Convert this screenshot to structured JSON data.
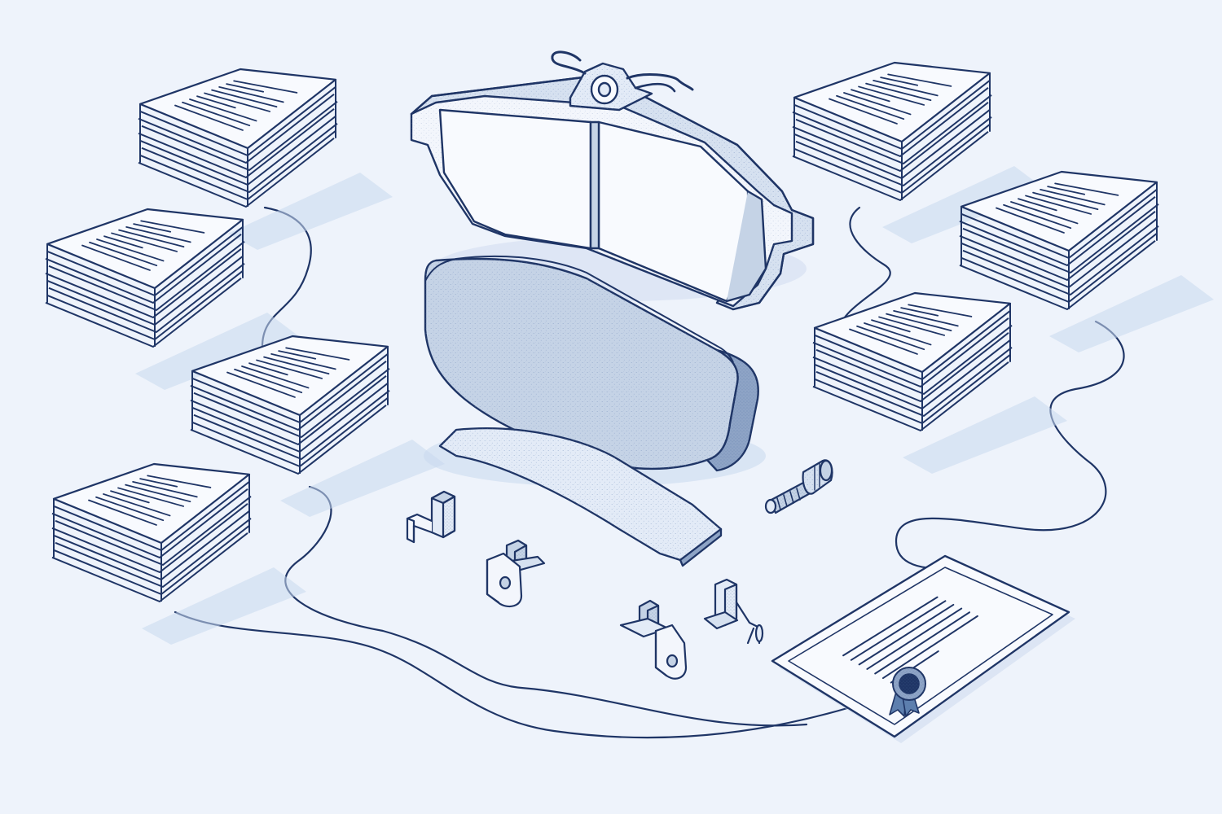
{
  "illustration": {
    "subject": "brake-pad-assembly-with-documentation",
    "palette": {
      "background": "#eef3fb",
      "ink": "#1f3566",
      "paper": "#f8fafe",
      "paper_shade": "#dde7f4",
      "stipple": "#8fa7cc",
      "shadow": "#c9d8ee",
      "pad_face": "#c5d3e6",
      "pad_edge": "#8ea4c6",
      "seal": "#5d7fae"
    },
    "icons": {
      "document_stack": "document-stack-icon",
      "certificate": "certificate-icon",
      "rosette": "rosette-seal-icon",
      "backing_plate": "brake-pad-backing-plate-icon",
      "friction_block": "friction-material-block-icon",
      "shim": "shim-strip-icon",
      "bolt": "bolt-icon",
      "clip": "mounting-clip-icon"
    },
    "document_stacks": [
      {
        "id": "left-1",
        "sheets": 8
      },
      {
        "id": "left-2",
        "sheets": 8
      },
      {
        "id": "left-3",
        "sheets": 8
      },
      {
        "id": "left-4",
        "sheets": 8
      },
      {
        "id": "right-1",
        "sheets": 8
      },
      {
        "id": "right-2",
        "sheets": 8
      },
      {
        "id": "right-3",
        "sheets": 8
      }
    ]
  }
}
